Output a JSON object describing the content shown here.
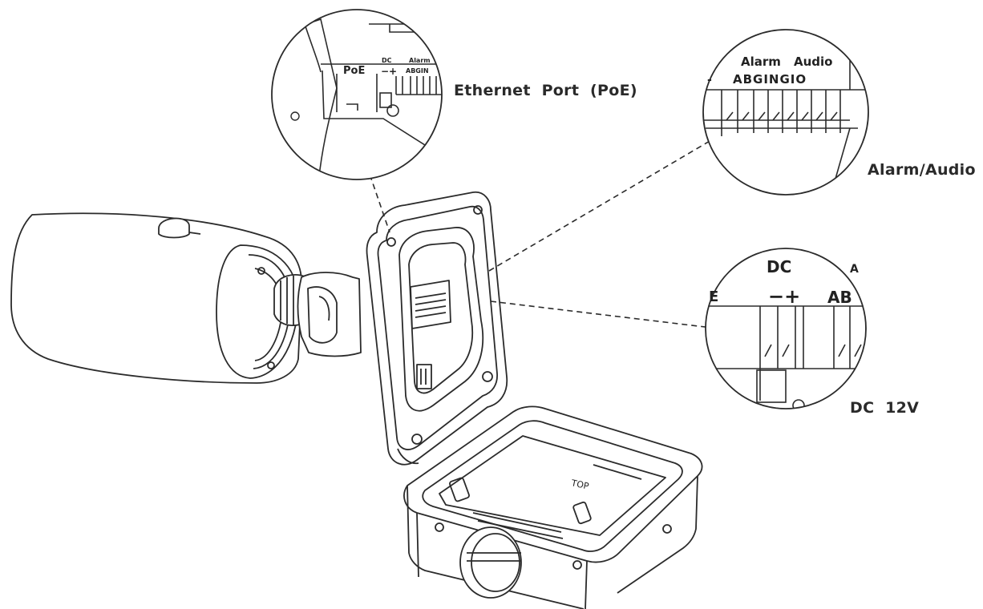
{
  "labels": {
    "ethernet": "Ethernet  Port  (PoE)",
    "alarm_audio": "Alarm/Audio",
    "dc": "DC  12V"
  },
  "zoom_poe": {
    "poe": "PoE",
    "dc": "DC",
    "polarity": "−+",
    "alarm": "Alarm",
    "alarm_pins": "ABGIN"
  },
  "zoom_alarm": {
    "alarm": "Alarm",
    "audio": "Audio",
    "pins": "ABGINGIO",
    "left_mark": "-"
  },
  "zoom_dc": {
    "dc": "DC",
    "polarity": "−+",
    "ab": "AB",
    "edge_left": "E",
    "edge_right": "A"
  },
  "base_marking": "TOP",
  "colors": {
    "line": "#2b2b2b",
    "background": "#ffffff"
  }
}
